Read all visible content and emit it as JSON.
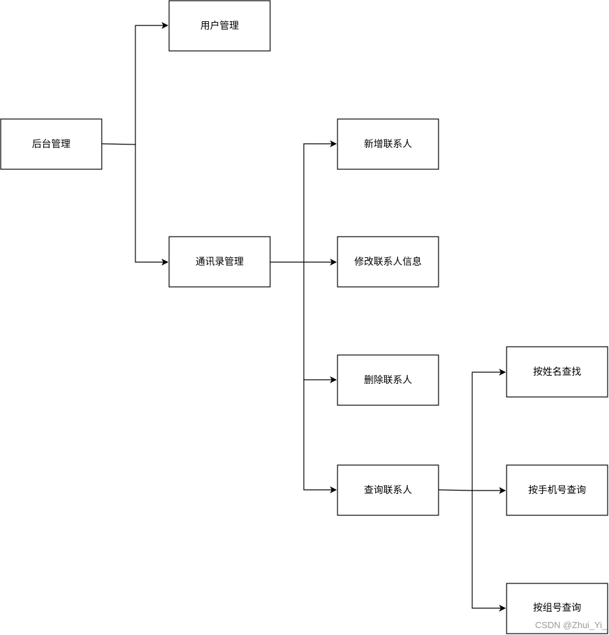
{
  "nodes": {
    "root": "后台管理",
    "user_mgmt": "用户管理",
    "contacts_mgmt": "通讯录管理",
    "add_contact": "新增联系人",
    "edit_contact": "修改联系人信息",
    "delete_contact": "删除联系人",
    "query_contact": "查询联系人",
    "query_by_name": "按姓名查找",
    "query_by_phone": "按手机号查询",
    "query_by_group": "按组号查询"
  },
  "watermark": "CSDN @Zhui_Yi_"
}
